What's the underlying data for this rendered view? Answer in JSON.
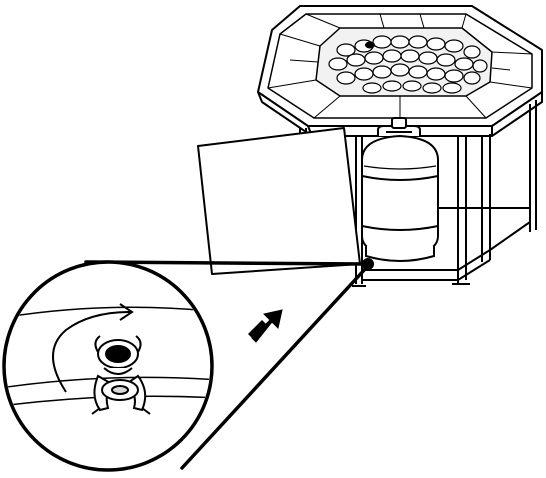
{
  "figure": {
    "kind": "assembly-instruction-illustration",
    "subject": "fire-pit-table-with-propane-tank",
    "inset": "valve-detail-magnified",
    "direction_indicator": "arrow-up-right",
    "colors": {
      "ink": "#000000",
      "paper": "#ffffff",
      "stone_fill": "#f2f2f2",
      "shade": "#d9d9d9"
    }
  }
}
